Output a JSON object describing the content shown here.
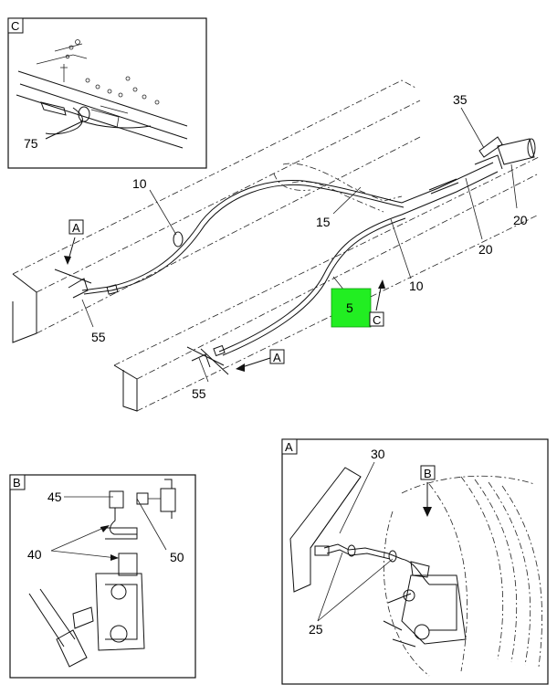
{
  "callouts": {
    "c75": "75",
    "c10a": "10",
    "c10b": "10",
    "c15": "15",
    "c20a": "20",
    "c20b": "20",
    "c35": "35",
    "c5": "5",
    "c55a": "55",
    "c55b": "55",
    "c45": "45",
    "c40": "40",
    "c50": "50",
    "c30": "30",
    "c25": "25"
  },
  "view_letters": {
    "inset_c": "C",
    "inset_b": "B",
    "inset_a": "A",
    "ref_a_left": "A",
    "ref_a_bottom": "A",
    "ref_c_main": "C",
    "ref_b_inset": "B"
  },
  "colors": {
    "highlight": "#22ee22"
  }
}
